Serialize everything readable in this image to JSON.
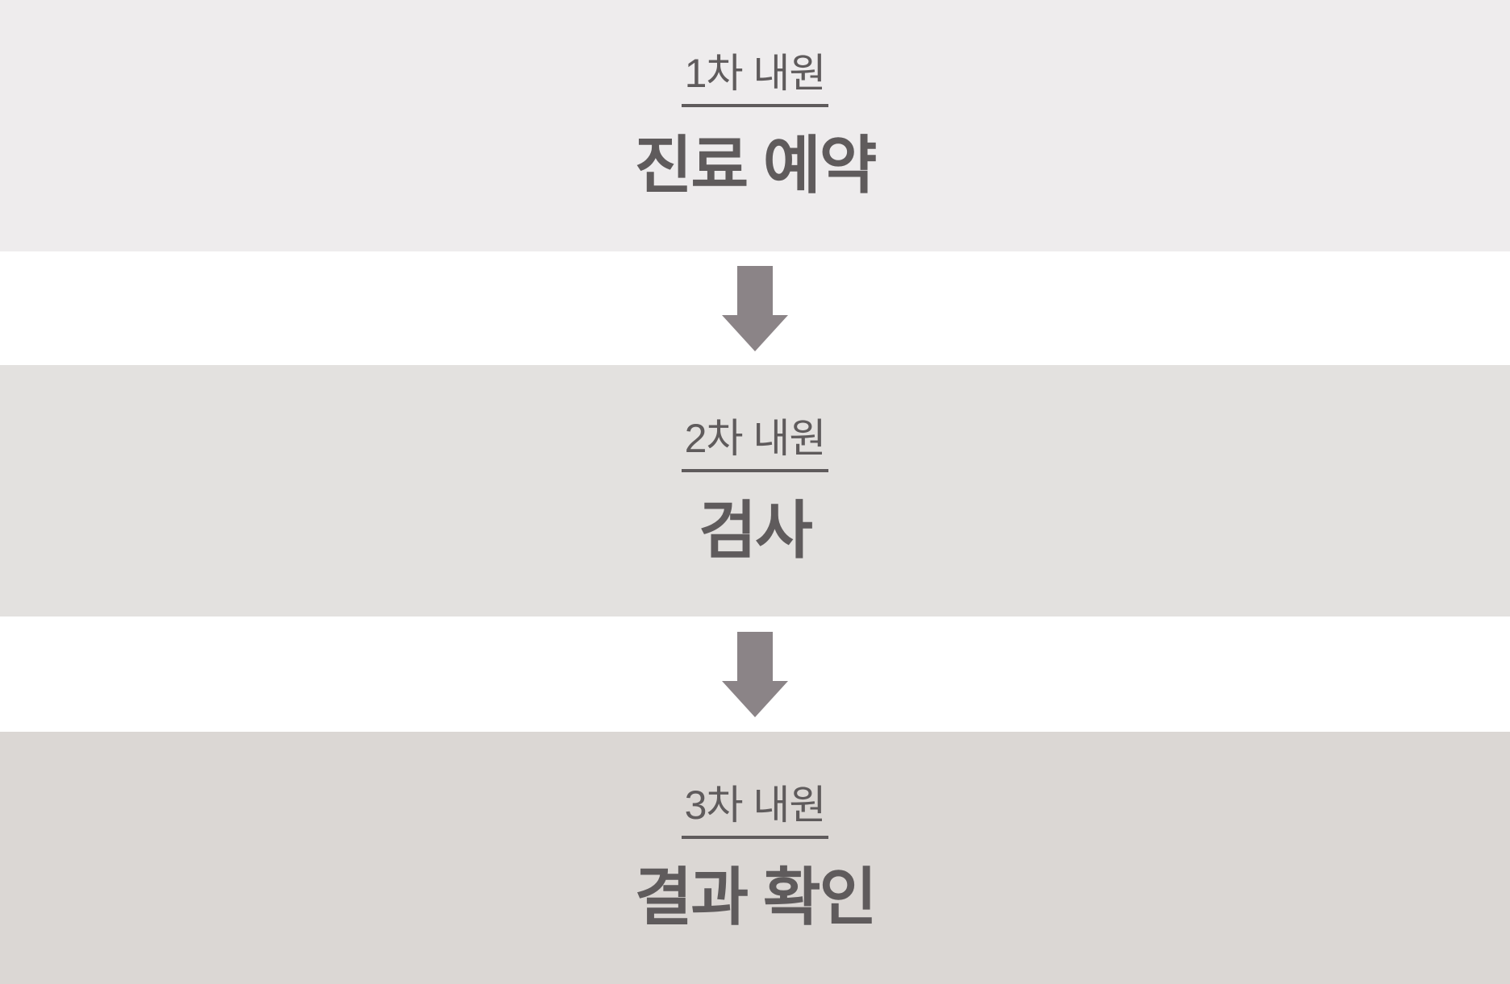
{
  "steps": [
    {
      "visit_label": "1차 내원",
      "title": "진료 예약"
    },
    {
      "visit_label": "2차 내원",
      "title": "검사"
    },
    {
      "visit_label": "3차 내원",
      "title": "결과 확인"
    }
  ],
  "colors": {
    "step1_bg": "#eeeced",
    "step2_bg": "#e3e1df",
    "step3_bg": "#dbd7d4",
    "band_bg": "#ffffff",
    "text": "#5f5b5c",
    "arrow": "#8b8487"
  }
}
